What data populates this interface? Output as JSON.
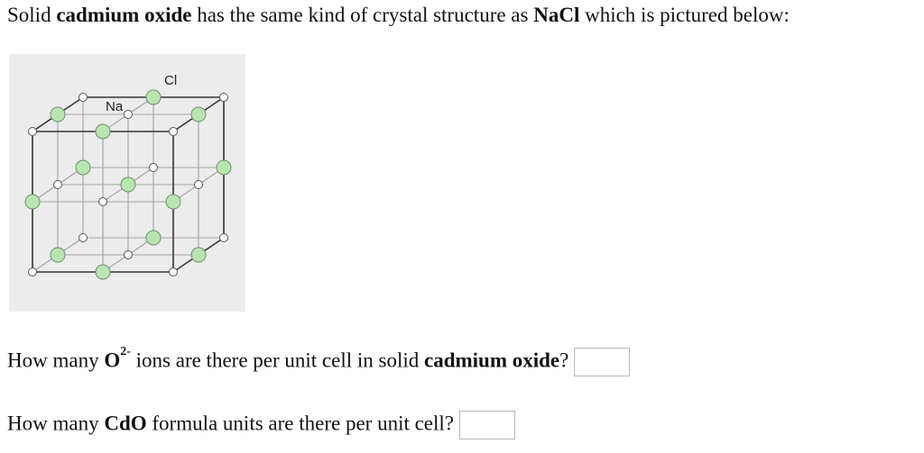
{
  "intro": {
    "pre": "Solid ",
    "bold1": "cadmium oxide",
    "mid": " has the same kind of crystal structure as ",
    "bold2": "NaCl",
    "post": " which is pictured below:"
  },
  "figure": {
    "label_na": "Na",
    "label_cl": "Cl",
    "colors": {
      "na_fill": "#b9e6b0",
      "na_stroke": "#6e8f6a",
      "cl_fill": "#ffffff",
      "cl_stroke": "#555555",
      "bg": "#ececec"
    }
  },
  "q1": {
    "pre": "How many ",
    "ion": "O",
    "charge": "2-",
    "mid": " ions are there per unit cell in solid ",
    "bold": "cadmium oxide",
    "post": "?"
  },
  "q2": {
    "pre": "How many ",
    "bold": "CdO",
    "post": " formula units are there per unit cell?"
  }
}
